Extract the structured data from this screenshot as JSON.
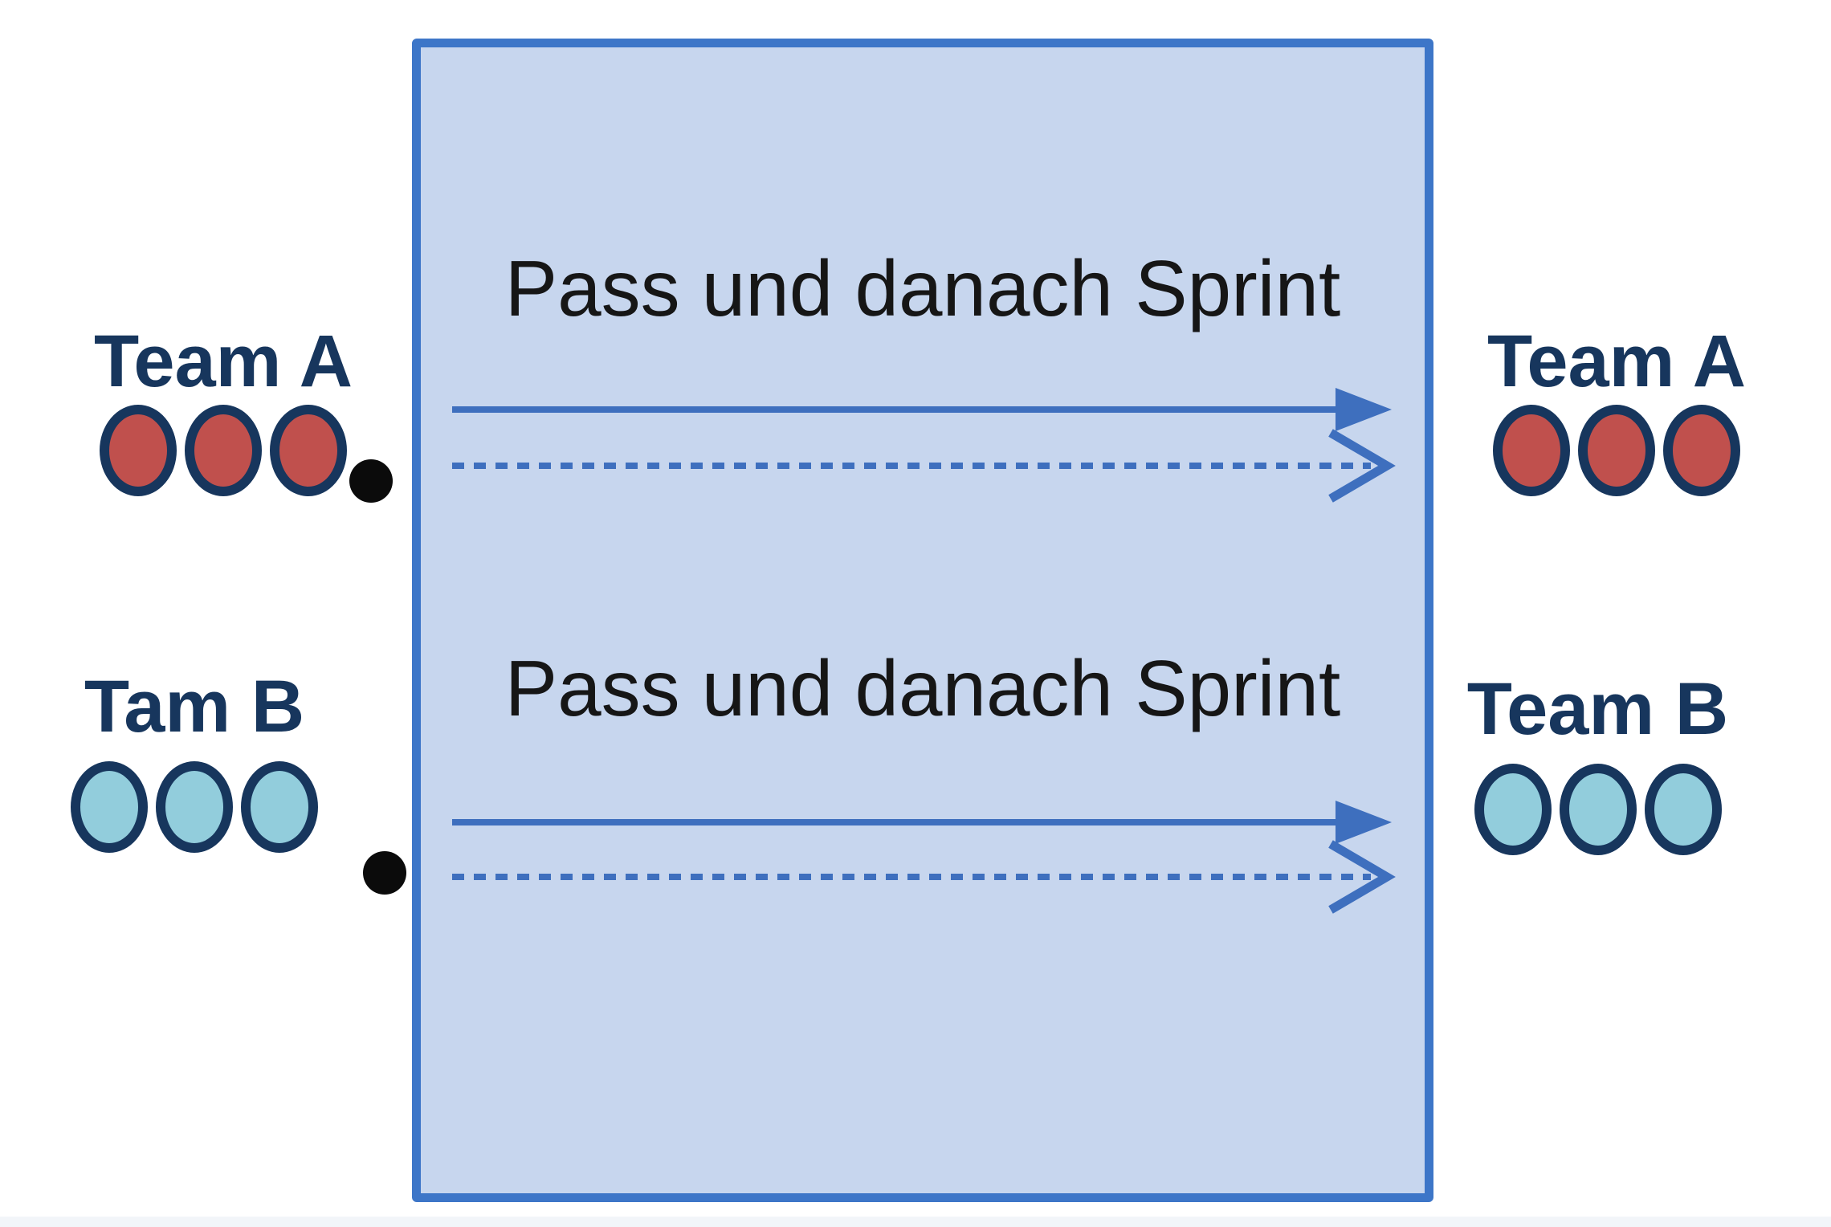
{
  "diagram": {
    "field": {
      "fill_color": "#C7D6EE",
      "border_color": "#3D76C8"
    },
    "drill_rows": [
      {
        "label": "Pass und danach Sprint",
        "arrows": [
          {
            "style": "solid",
            "direction": "right"
          },
          {
            "style": "dashed",
            "direction": "right"
          }
        ]
      },
      {
        "label": "Pass und danach Sprint",
        "arrows": [
          {
            "style": "solid",
            "direction": "right"
          },
          {
            "style": "dashed",
            "direction": "right"
          }
        ]
      }
    ],
    "teams": {
      "left_top": {
        "label": "Team A",
        "players": 3,
        "player_color": "#C0504D",
        "has_ball": true
      },
      "left_bottom": {
        "label": "Tam B",
        "players": 3,
        "player_color": "#92CDDC",
        "has_ball": true
      },
      "right_top": {
        "label": "Team A",
        "players": 3,
        "player_color": "#C0504D",
        "has_ball": false
      },
      "right_bottom": {
        "label": "Team B",
        "players": 3,
        "player_color": "#92CDDC",
        "has_ball": false
      }
    },
    "colors": {
      "team_label": "#17365D",
      "player_outline": "#17365D",
      "arrow": "#3E6FBE",
      "ball": "#0B0B0B",
      "drill_text": "#161616",
      "background": "#FFFFFF"
    }
  }
}
